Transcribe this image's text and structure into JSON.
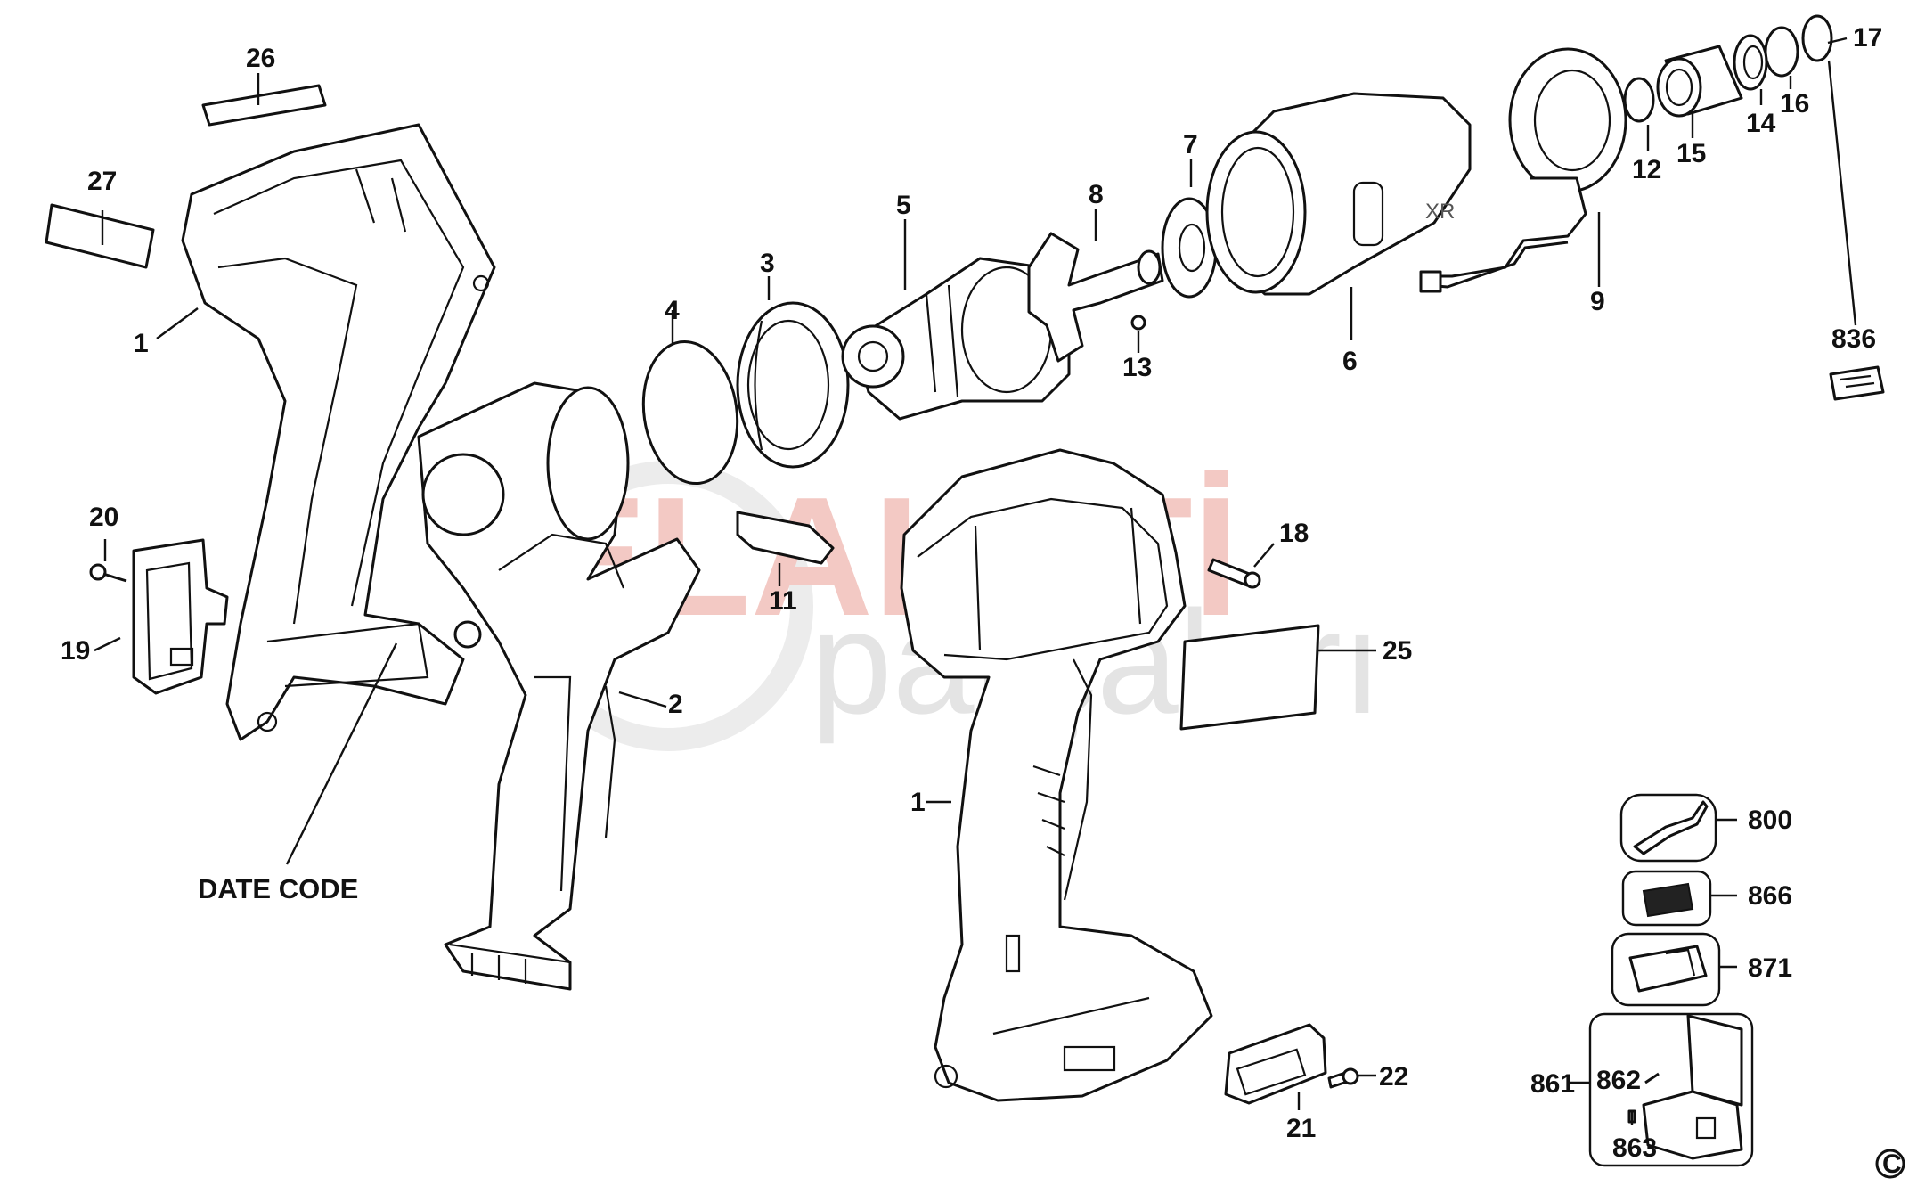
{
  "watermark": {
    "brand": "ELALETİ",
    "tagline": "parçaları"
  },
  "labels": {
    "p1a": "1",
    "p1b": "1",
    "p2": "2",
    "p3": "3",
    "p4": "4",
    "p5": "5",
    "p6": "6",
    "p7": "7",
    "p8": "8",
    "p9": "9",
    "p11": "11",
    "p12": "12",
    "p13": "13",
    "p14": "14",
    "p15": "15",
    "p16": "16",
    "p17": "17",
    "p18": "18",
    "p19": "19",
    "p20": "20",
    "p21": "21",
    "p22": "22",
    "p25": "25",
    "p26": "26",
    "p27": "27",
    "p836": "836",
    "p800": "800",
    "p866": "866",
    "p871": "871",
    "p861": "861",
    "p862": "862",
    "p863": "863",
    "date_code": "DATE CODE",
    "copyright": "C"
  },
  "colors": {
    "line": "#111111",
    "watermark_red": "#f3c9c4",
    "watermark_grey": "#e4e4e4"
  }
}
